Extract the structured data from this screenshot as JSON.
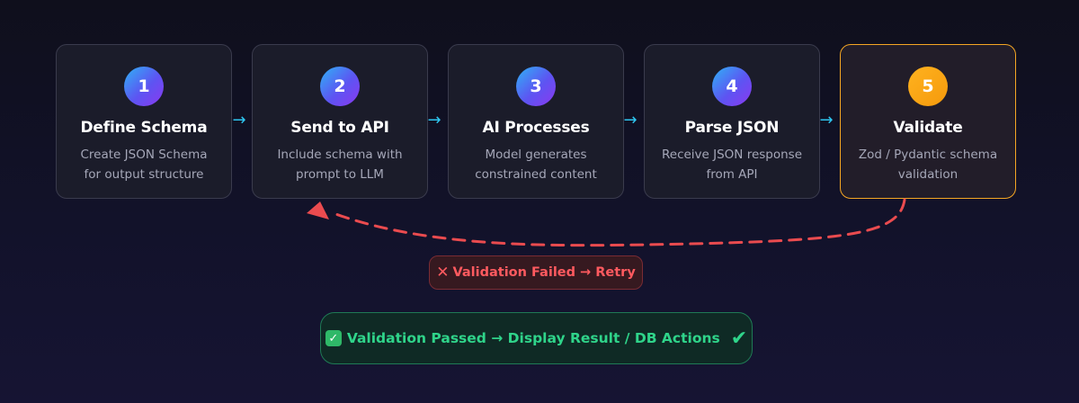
{
  "steps": [
    {
      "number": "1",
      "title": "Define Schema",
      "desc_line1": "Create JSON Schema",
      "desc_line2": "for output structure"
    },
    {
      "number": "2",
      "title": "Send to API",
      "desc_line1": "Include schema with",
      "desc_line2": "prompt to LLM"
    },
    {
      "number": "3",
      "title": "AI Processes",
      "desc_line1": "Model generates",
      "desc_line2": "constrained content"
    },
    {
      "number": "4",
      "title": "Parse JSON",
      "desc_line1": "Receive JSON response",
      "desc_line2": "from API"
    },
    {
      "number": "5",
      "title": "Validate",
      "desc_line1": "Zod / Pydantic schema",
      "desc_line2": "validation"
    }
  ],
  "connector_glyph": "→",
  "fail": {
    "icon": "✕",
    "label": "Validation Failed → Retry"
  },
  "pass": {
    "icon": "✓",
    "label": "Validation Passed → Display Result / DB Actions",
    "trailing_icon": "✔"
  },
  "colors": {
    "step_border": "#3a3b4d",
    "active_border": "#f5a623",
    "badge_gradient_start": "#2fb3f6",
    "badge_gradient_end": "#8b39f0",
    "active_badge": "#f59a0c",
    "connector": "#2fc6f0",
    "fail_red": "#ff5a5f",
    "pass_green": "#2fd48a"
  }
}
